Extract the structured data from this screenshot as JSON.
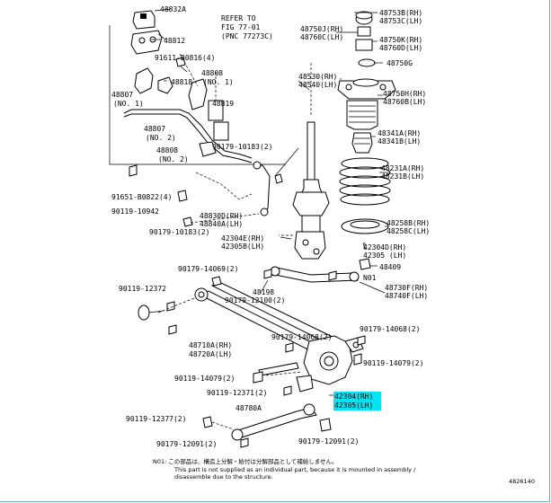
{
  "parts": {
    "p48832a": "48832A",
    "p48812": "48812",
    "refer_to_1": "REFER TO",
    "refer_to_2": "FIG 77-01",
    "refer_to_3": "(PNC 77273C)",
    "p91611": "91611-B0816(4)",
    "p48808": "48808",
    "p48808_no1": "(NO. 1)",
    "p48818": "48818",
    "p48807a": "48807",
    "p48807a_no1": "(NO. 1)",
    "p48819": "48819",
    "p48807b": "48807",
    "p48807b_no2": "(NO. 2)",
    "p48808b": "48808",
    "p48808b_no2": "(NO. 2)",
    "p91651": "91651-B0822(4)",
    "p90119_10942": "90119-10942",
    "p48830": "48830D(RH)",
    "p48840": "48840A(LH)",
    "p90179_10183a": "90179-10183(2)",
    "p90179_10183b": "90179-10183(2)",
    "p42304e": "42304E(RH)",
    "p42305b": "42305B(LH)",
    "p90179_14069": "90179-14069(2)",
    "p48198": "48198",
    "p90179_12100": "90179-12100(2)",
    "p90119_12372": "90119-12372",
    "p48710a": "48710A(RH)",
    "p48720a": "48720A(LH)",
    "p90179_14068b": "90179-14068(2)",
    "p90119_14079a": "90119-14079(2)",
    "p90119_12371": "90119-12371(2)",
    "p90119_12377": "90119-12377(2)",
    "p48780a": "48780A",
    "p90179_12091a": "90179-12091(2)",
    "p90179_12091b": "90179-12091(2)",
    "p48753b": "48753B(RH)",
    "p48753c": "48753C(LH)",
    "p48750j": "48750J(RH)",
    "p48760c": "48760C(LH)",
    "p48750k": "48750K(RH)",
    "p48760d": "48760D(LH)",
    "p48750g": "48750G",
    "p48530": "48530(RH)",
    "p48540": "48540(LH)",
    "p48750h": "48750H(RH)",
    "p48760b": "48760B(LH)",
    "p48341a": "48341A(RH)",
    "p48341b": "48341B(LH)",
    "p48231a": "48231A(RH)",
    "p48231b": "48231B(LH)",
    "p48258b": "48258B(RH)",
    "p48258c": "48258C(LH)",
    "p42304d": "42304D(RH)",
    "p42305": "42305 (LH)",
    "p48409": "48409",
    "p_n01": "N01",
    "p48730f": "48730F(RH)",
    "p48740f": "48740F(LH)",
    "p90179_14068a": "90179-14068(2)",
    "p90119_14079b": "90119-14079(2)",
    "p42304_rh": "42304(RH)",
    "p42305_lh": "42305(LH)"
  },
  "footnote": {
    "line1": "N01: この部品は、構造上分解・給付は分解部品として補給しません。",
    "line2": "This part is not supplied as an individual part, because it is mounted in assembly /",
    "line3": "disassemble due to the structure.",
    "code": "4826140"
  },
  "colors": {
    "highlight": "#00e5f5",
    "ink": "#000000",
    "border": "#6fa7cf"
  }
}
